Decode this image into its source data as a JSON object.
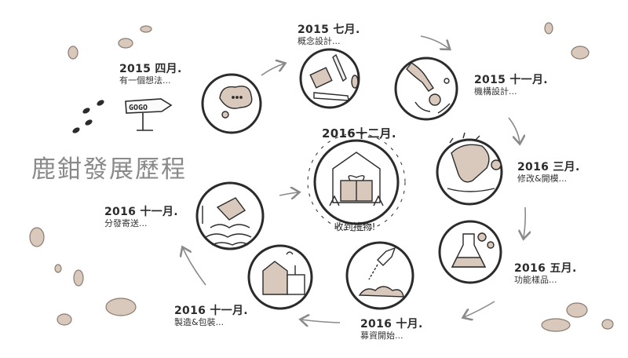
{
  "title": "鹿鉗發展歷程",
  "signpost_text": "GOGO",
  "milestones": [
    {
      "id": "idea",
      "date": "2015 四月.",
      "desc": "有一個想法..."
    },
    {
      "id": "concept",
      "date": "2015 七月.",
      "desc": "概念設計..."
    },
    {
      "id": "mechanism",
      "date": "2015 十一月.",
      "desc": "機構設計..."
    },
    {
      "id": "mold",
      "date": "2016 三月.",
      "desc": "修改&開模..."
    },
    {
      "id": "sample",
      "date": "2016 五月.",
      "desc": "功能樣品..."
    },
    {
      "id": "fundraise",
      "date": "2016 十月.",
      "desc": "募資開始..."
    },
    {
      "id": "manufacture",
      "date": "2016 十一月.",
      "desc": "製造&包裝..."
    },
    {
      "id": "ship",
      "date": "2016 十一月.",
      "desc": "分發寄送..."
    }
  ],
  "center": {
    "date": "2016十二月.",
    "caption": "收到禮物!"
  },
  "colors": {
    "ink": "#2b2b2b",
    "title": "#8a8a8a",
    "stone": "#d8c7bb",
    "stone_edge": "#8b7b70",
    "arrow": "#8a8a8a"
  }
}
